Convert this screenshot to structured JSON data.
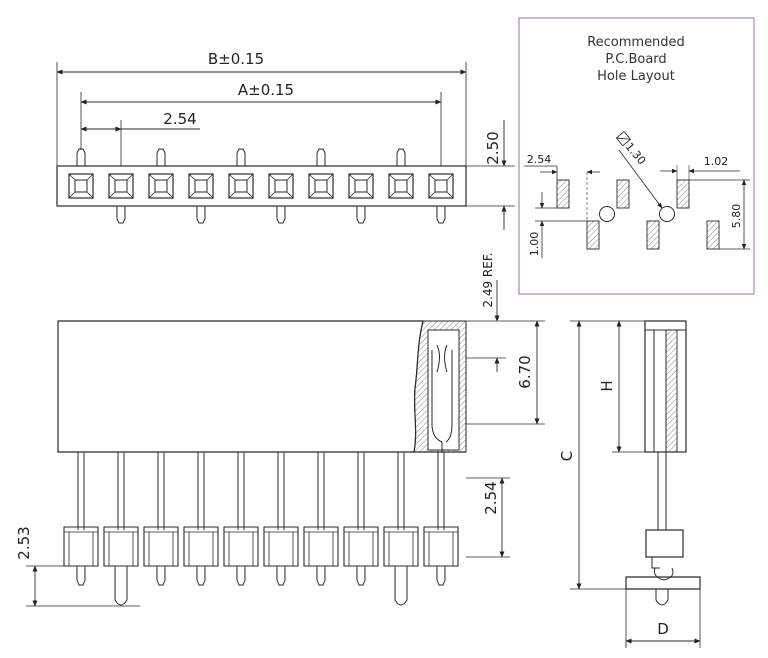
{
  "dimensions": {
    "b": "B±0.15",
    "a": "A±0.15",
    "pitch_top": "2.54",
    "height_top": "2.50",
    "ref": "2.49 REF.",
    "d670": "6.70",
    "d254": "2.54",
    "d253": "2.53",
    "c": "C",
    "h": "H",
    "d": "D"
  },
  "pcb_layout": {
    "title_lines": [
      "Recommended",
      "P.C.Board",
      "Hole Layout"
    ],
    "pitch": "2.54",
    "hole_dia": "1.30",
    "pad_width": "1.02",
    "row_offset": "1.00",
    "pad_span": "5.80"
  },
  "colors": {
    "line": "#2a2a2a",
    "frame": "#b08cc8",
    "hatch": "#888888"
  }
}
